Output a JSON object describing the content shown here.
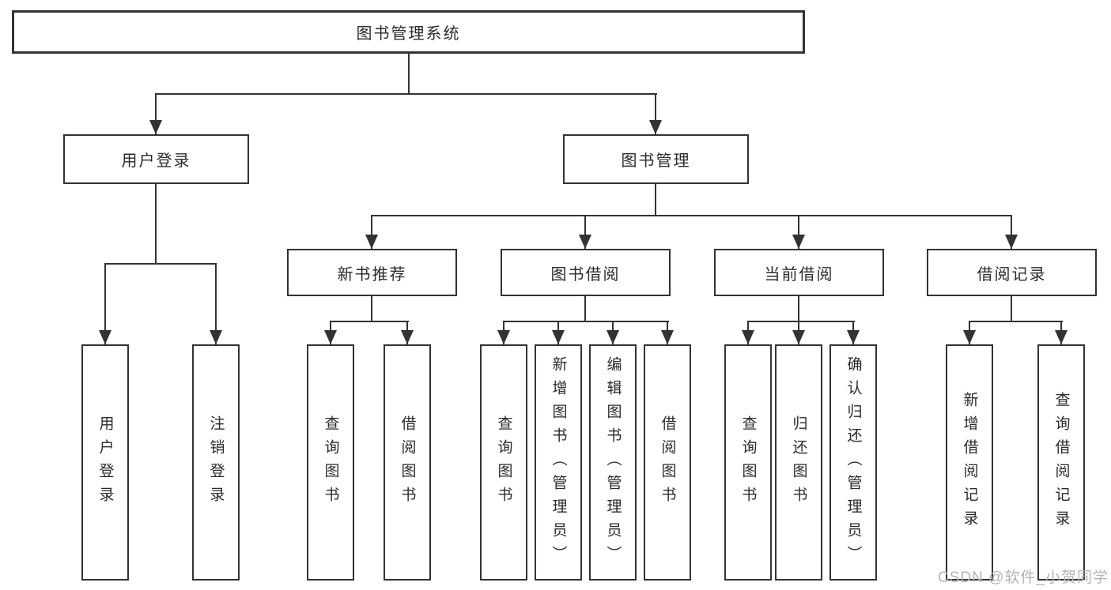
{
  "root": {
    "label": "图书管理系统"
  },
  "level1": {
    "user_login": {
      "label": "用户登录"
    },
    "book_management": {
      "label": "图书管理"
    }
  },
  "level2": {
    "new_books": {
      "label": "新书推荐"
    },
    "borrow": {
      "label": "图书借阅"
    },
    "current": {
      "label": "当前借阅"
    },
    "records": {
      "label": "借阅记录"
    }
  },
  "leaves": {
    "user_login": [
      "用户登录",
      "注销登录"
    ],
    "new_books": [
      "查询图书",
      "借阅图书"
    ],
    "borrow": [
      "查询图书",
      "新增图书（管理员）",
      "编辑图书（管理员）",
      "借阅图书"
    ],
    "current": [
      "查询图书",
      "归还图书",
      "确认归还（管理员）"
    ],
    "records": [
      "新增借阅记录",
      "查询借阅记录"
    ]
  },
  "watermark": "CSDN @软件_小贺同学",
  "colors": {
    "line": "#333333",
    "box_background": "#ffffff",
    "text": "#2b2b2b",
    "watermark": "#b4b4b4"
  }
}
